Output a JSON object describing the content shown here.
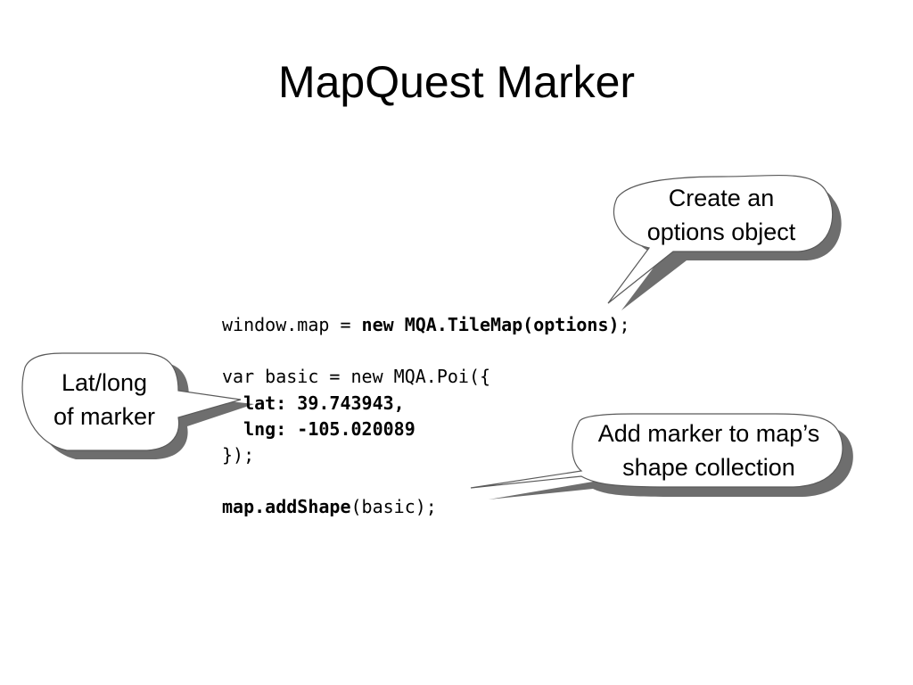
{
  "title": "MapQuest Marker",
  "code": {
    "line1": {
      "a": "window.map = ",
      "b": "new MQA.TileMap(options)",
      "c": ";"
    },
    "line3": "var basic = new MQA.Poi({",
    "line4": "  lat: 39.743943,",
    "line5": "  lng: -105.020089",
    "line6": "});",
    "line8": {
      "a": "map.addShape",
      "b": "(basic);"
    }
  },
  "callouts": {
    "options": {
      "line1": "Create an",
      "line2": "options object"
    },
    "latlong": {
      "line1": "Lat/long",
      "line2": "of marker"
    },
    "marker": {
      "line1": "Add marker to map’s",
      "line2": "shape collection"
    }
  },
  "colors": {
    "bubble_fill": "#ffffff",
    "bubble_shadow": "#6e6e6e",
    "bubble_stroke": "#5a5a5a"
  }
}
